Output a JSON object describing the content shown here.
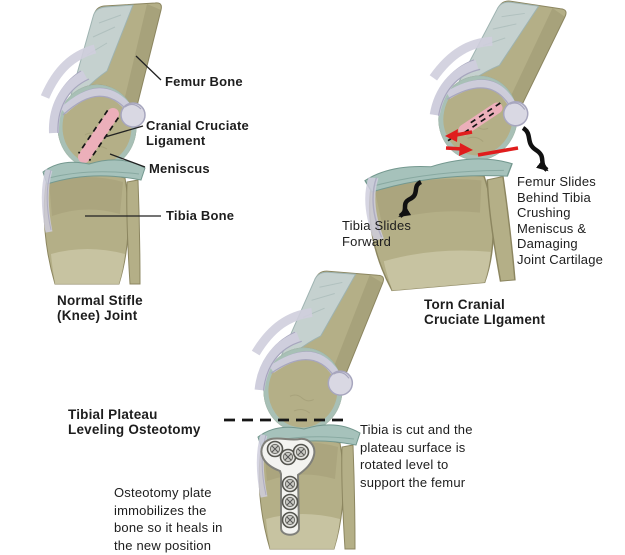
{
  "figure_title": "Cranial Cruciate Ligament Injury and TPLO Repair Diagram",
  "colors": {
    "ink": "#1d1d1d",
    "bone": "#b4af87",
    "boneDark": "#8c8660",
    "boneLight": "#cdc9a9",
    "muscle": "#c5d1cf",
    "muscleDark": "#9eb3b1",
    "lig": "#cfcedd",
    "ligDark": "#a7a6be",
    "cart": "#a6c2bb",
    "cartDark": "#74988f",
    "cclPink": "#ecafba",
    "red": "#e01d1d",
    "plate": "#f3f3f0",
    "plateEdge": "#80807a",
    "screw": "#e6e6e3",
    "screwRing": "#c9c9c4"
  },
  "panel_normal": {
    "caption": "Normal Stifle\n(Knee) Joint",
    "label_femur": "Femur Bone",
    "label_ccl": "Cranial Cruciate\nLigament",
    "label_meniscus": "Meniscus",
    "label_tibia": "Tibia Bone"
  },
  "panel_torn": {
    "caption": "Torn Cranial\nCruciate LIgament",
    "label_tibia_slides": "Tibia Slides\nForward",
    "label_femur_slides": "Femur Slides\nBehind Tibia\nCrushing\nMeniscus &\nDamaging\nJoint Cartilage"
  },
  "panel_tplo": {
    "label_procedure": "Tibial Plateau\nLeveling Osteotomy",
    "note_cut": "Tibia is cut and the\nplateau surface is\nrotated level to\nsupport the femur",
    "note_plate": "Osteotomy plate\nimmobilizes the\nbone so it heals in\nthe new position"
  }
}
